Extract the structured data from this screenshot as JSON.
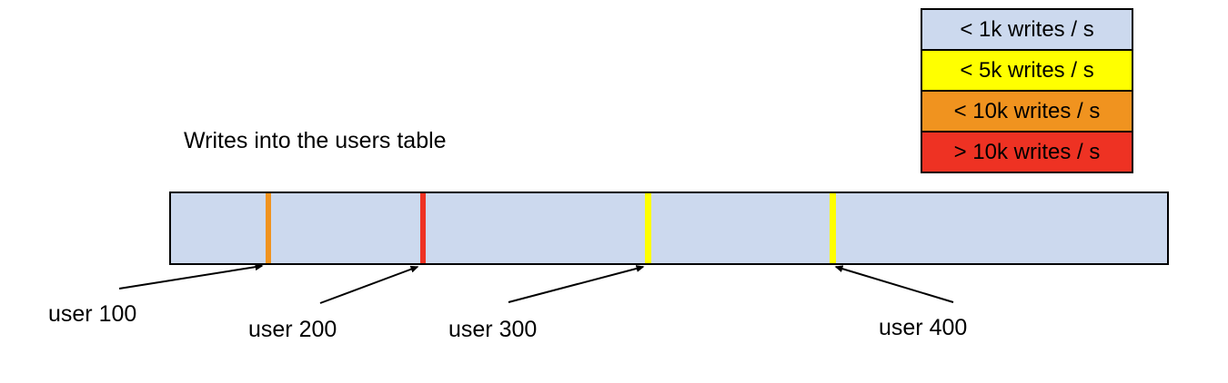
{
  "title": "Writes into the users table",
  "legend": {
    "items": [
      {
        "label": "< 1k writes / s",
        "color": "#ccd9ee"
      },
      {
        "label": "< 5k writes / s",
        "color": "#ffff00"
      },
      {
        "label": "< 10k writes / s",
        "color": "#f0931f"
      },
      {
        "label": "> 10k writes / s",
        "color": "#ee3223"
      }
    ]
  },
  "table_bar": {
    "fill": "#ccd9ee",
    "border_color": "#000000",
    "markers": [
      {
        "user": "user 100",
        "color": "#f0931f",
        "band": "< 10k writes / s"
      },
      {
        "user": "user 200",
        "color": "#ee3223",
        "band": "> 10k writes / s"
      },
      {
        "user": "user 300",
        "color": "#ffff00",
        "band": "< 5k writes / s"
      },
      {
        "user": "user 400",
        "color": "#ffff00",
        "band": "< 5k writes / s"
      }
    ]
  }
}
